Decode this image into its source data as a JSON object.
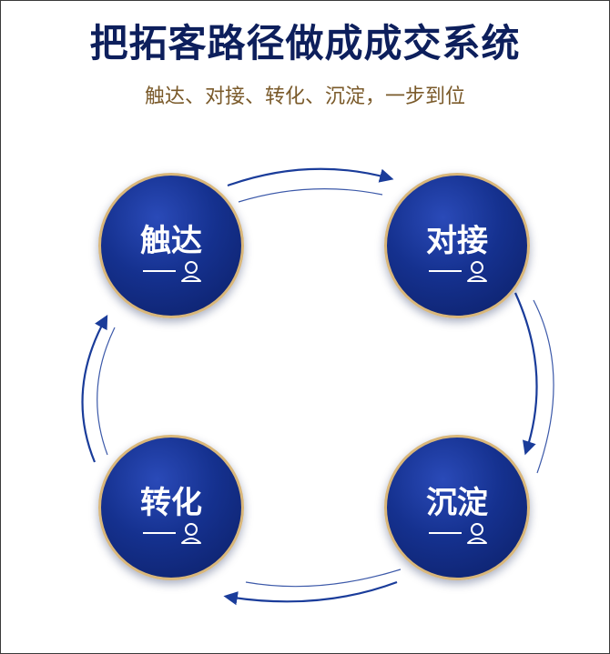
{
  "header": {
    "title": "把拓客路径做成成交系统",
    "subtitle": "触达、对接、转化、沉淀，一步到位"
  },
  "nodes": [
    {
      "label": "触达",
      "icon": "person-icon"
    },
    {
      "label": "对接",
      "icon": "person-icon"
    },
    {
      "label": "转化",
      "icon": "person-icon"
    },
    {
      "label": "沉淀",
      "icon": "person-icon"
    }
  ],
  "colors": {
    "title": "#0d1f5c",
    "subtitle": "#7a5a2a",
    "node_fill": "#15318f",
    "node_border": "#d9b77a",
    "arrow": "#1a3c9a"
  }
}
